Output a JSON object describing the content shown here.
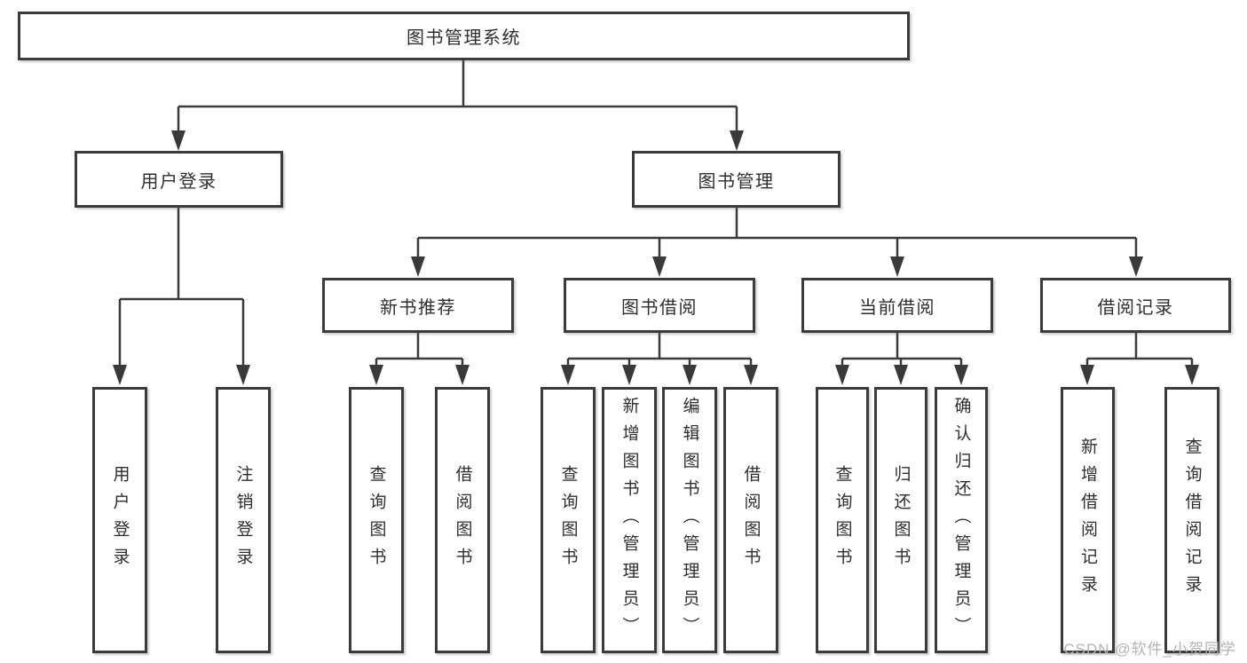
{
  "diagram": {
    "type": "hierarchy-tree",
    "colors": {
      "background": "#ffffff",
      "box_fill": "#ffffff",
      "box_border": "#3b3b3b",
      "line": "#3a3a3a",
      "text": "#2e2e2e",
      "watermark": "#b3b3b3"
    },
    "tree": {
      "label": "图书管理系统",
      "children": [
        {
          "label": "用户登录",
          "children": [
            {
              "label": "用户登录"
            },
            {
              "label": "注销登录"
            }
          ]
        },
        {
          "label": "图书管理",
          "children": [
            {
              "label": "新书推荐",
              "children": [
                {
                  "label": "查询图书"
                },
                {
                  "label": "借阅图书"
                }
              ]
            },
            {
              "label": "图书借阅",
              "children": [
                {
                  "label": "查询图书"
                },
                {
                  "label": "新增图书（管理员）"
                },
                {
                  "label": "编辑图书（管理员）"
                },
                {
                  "label": "借阅图书"
                }
              ]
            },
            {
              "label": "当前借阅",
              "children": [
                {
                  "label": "查询图书"
                },
                {
                  "label": "归还图书"
                },
                {
                  "label": "确认归还（管理员）"
                }
              ]
            },
            {
              "label": "借阅记录",
              "children": [
                {
                  "label": "新增借阅记录"
                },
                {
                  "label": "查询借阅记录"
                }
              ]
            }
          ]
        }
      ]
    }
  },
  "watermark": {
    "text": "CSDN @软件_小贺同学"
  }
}
